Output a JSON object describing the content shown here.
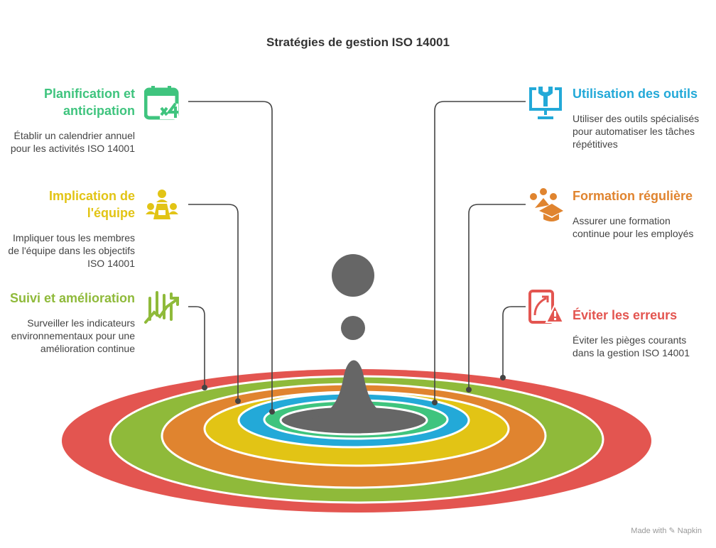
{
  "title": "Stratégies de gestion ISO 14001",
  "left": [
    {
      "title": "Planification et anticipation",
      "desc": "Établir un calendrier annuel pour les activités ISO 14001",
      "color": "#3fc47e",
      "icon": "calendar-x4-icon"
    },
    {
      "title": "Implication de l'équipe",
      "desc": "Impliquer tous les membres de l'équipe dans les objectifs ISO 14001",
      "color": "#e2c415",
      "icon": "team-meeting-icon"
    },
    {
      "title": "Suivi et amélioration",
      "desc": "Surveiller les indicateurs environnementaux pour une amélioration continue",
      "color": "#8fba3a",
      "icon": "growth-chart-icon"
    }
  ],
  "right": [
    {
      "title": "Utilisation des outils",
      "desc": "Utiliser des outils spécialisés pour automatiser les tâches répétitives",
      "color": "#23a9d8",
      "icon": "monitor-wrench-icon"
    },
    {
      "title": "Formation régulière",
      "desc": "Assurer une formation continue pour les employés",
      "color": "#e0842f",
      "icon": "graduation-icon"
    },
    {
      "title": "Éviter les erreurs",
      "desc": "Éviter les pièges courants dans la gestion ISO 14001",
      "color": "#e35550",
      "icon": "warning-path-icon"
    }
  ],
  "footer": "Made with ✎ Napkin"
}
